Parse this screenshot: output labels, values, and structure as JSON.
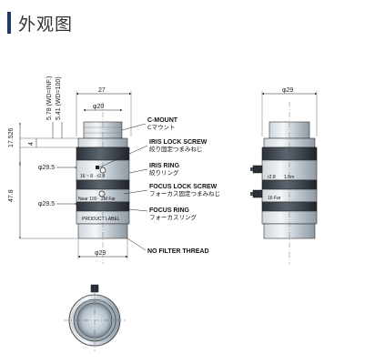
{
  "header": {
    "title": "外观图"
  },
  "front_view": {
    "dim_overall_width": "27",
    "dim_front_dia": "φ20",
    "dim_wd_inf": "5.78 (WD=INF.)",
    "dim_wd_100": "5.41 (WD=100)",
    "dim_height_top": "17.526",
    "dim_step": "4",
    "dim_dia_upper": "φ29.5",
    "dim_dia_lower": "φ29.5",
    "dim_length": "47.8",
    "dim_bottom_dia": "φ29",
    "iris_scale": "16 ~ 8 · r2.8",
    "focus_scale": "Near 100 · 2M Far",
    "product_label": "PRODUCT LABEL"
  },
  "callouts": {
    "c_mount_en": "C-MOUNT",
    "c_mount_jp": "Cマウント",
    "iris_lock_en": "IRIS LOCK SCREW",
    "iris_lock_jp": "絞り固定つまみねじ",
    "iris_ring_en": "IRIS RING",
    "iris_ring_jp": "絞りリング",
    "focus_lock_en": "FOCUS LOCK SCREW",
    "focus_lock_jp": "フォーカス固定つまみねじ",
    "focus_ring_en": "FOCUS RING",
    "focus_ring_jp": "フォーカスリング",
    "no_filter_en": "NO FILTER THREAD"
  },
  "side_view": {
    "dim_dia": "φ29",
    "iris_mark": "r2.8",
    "focus_mark": "1.6m",
    "side_scale": "16 Far"
  }
}
